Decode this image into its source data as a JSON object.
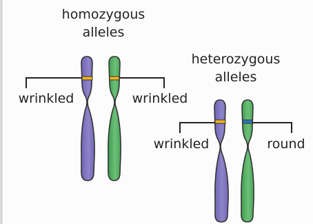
{
  "labels": {
    "homozygous": {
      "line1": "homozygous",
      "line2": "alleles"
    },
    "heterozygous": {
      "line1": "heterozygous",
      "line2": "alleles"
    },
    "homo_left": "wrinkled",
    "homo_right": "wrinkled",
    "hetero_left": "wrinkled",
    "hetero_right": "round"
  },
  "colors": {
    "purple_chromosome": "#8a80c4",
    "purple_shade": "#6a5fb0",
    "green_chromosome": "#63b86f",
    "green_shade": "#3f9a4f",
    "allele_wrinkled": "#f2b51c",
    "allele_round": "#2f74c0",
    "outline": "#333333"
  }
}
